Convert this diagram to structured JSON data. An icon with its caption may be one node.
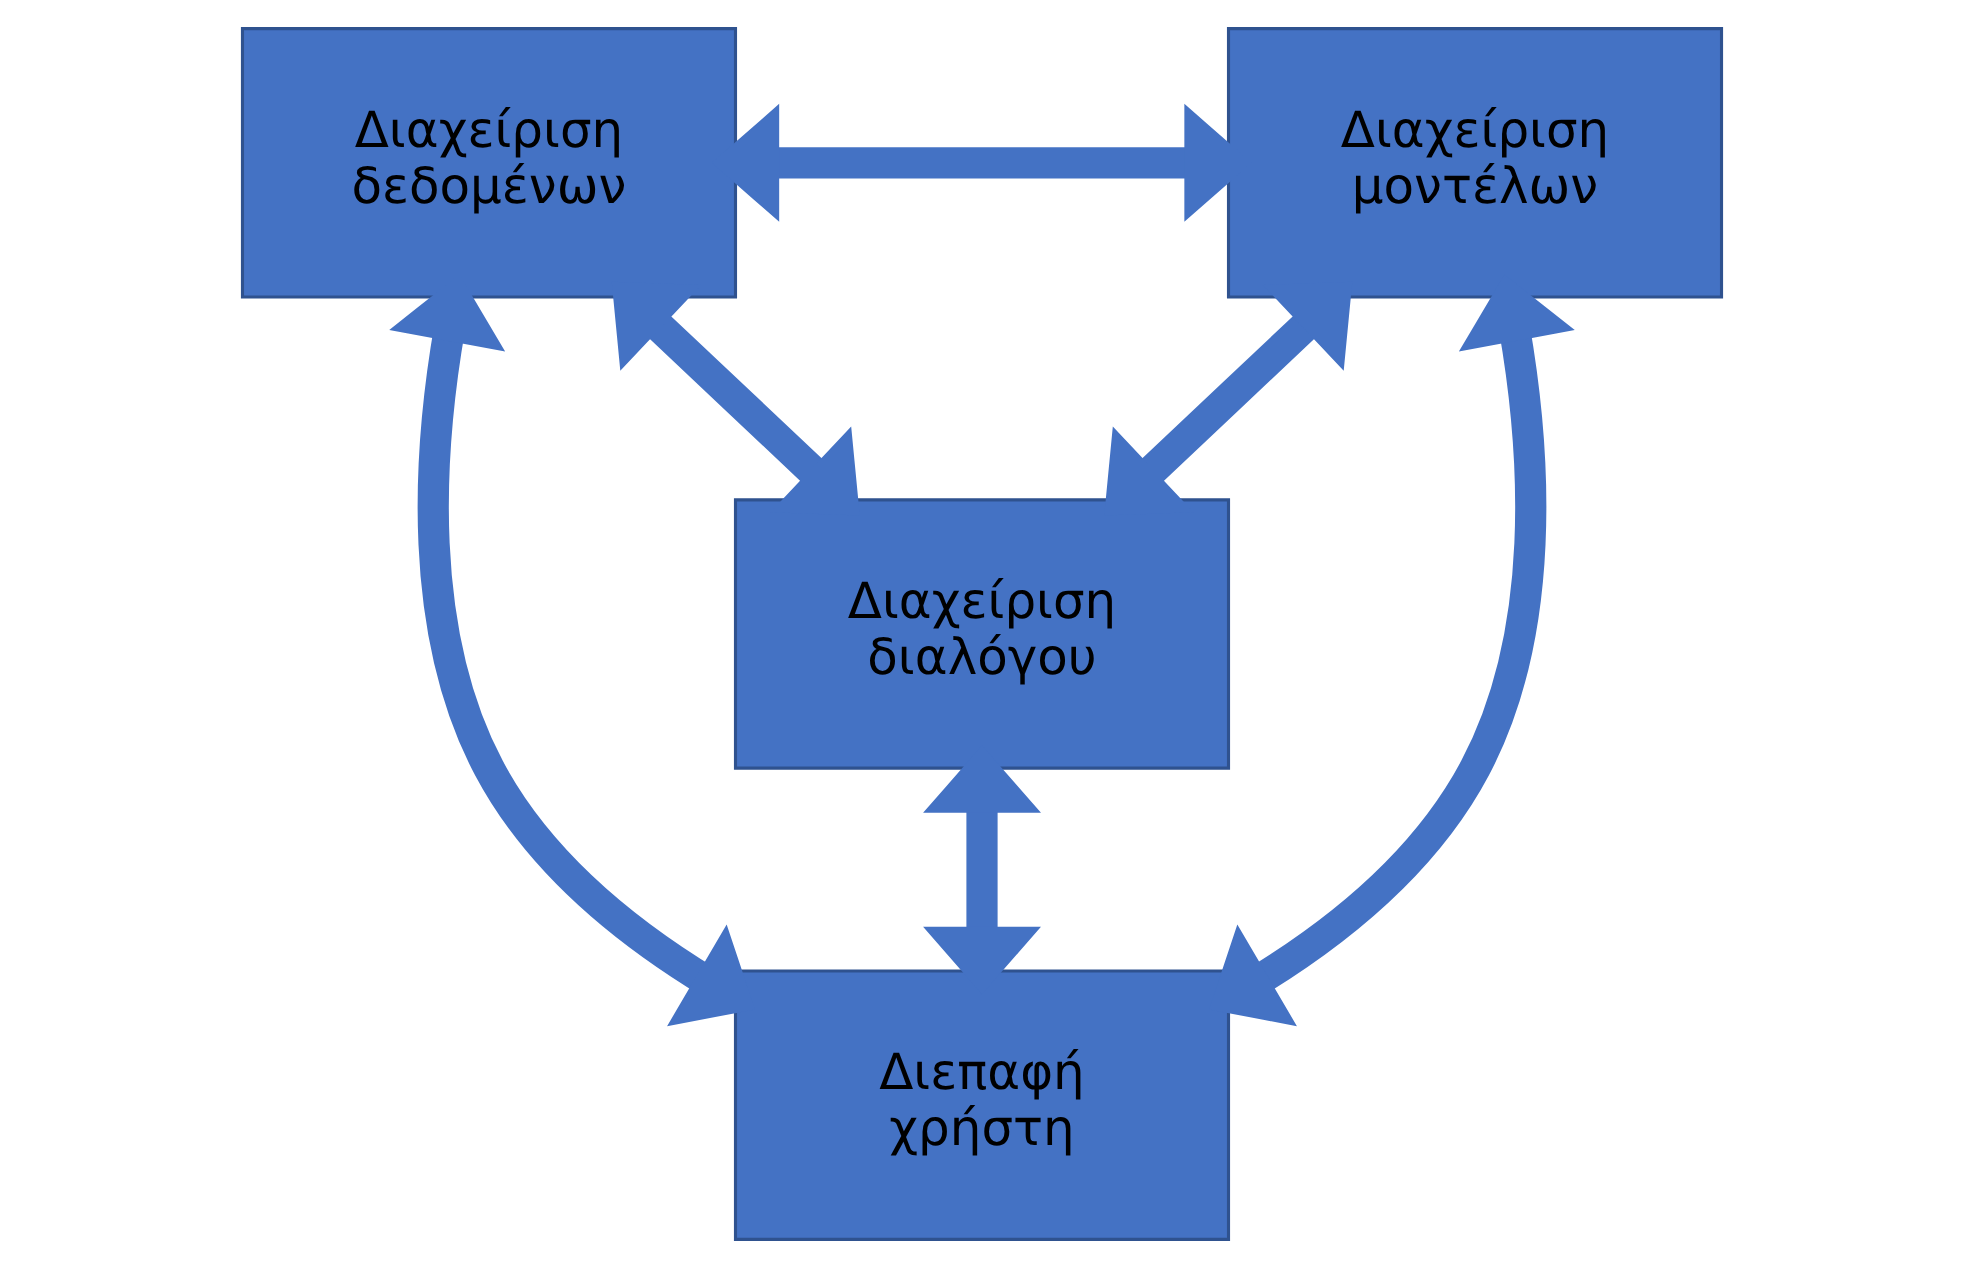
{
  "diagram": {
    "nodes": [
      {
        "text": [
          "Διαχείριση δεδομένων"
        ]
      },
      {
        "text": [
          "Διαχείριση μοντέλων"
        ]
      },
      {
        "text": [
          "Διαχείριση διαλόγου"
        ]
      },
      {
        "text": [
          "Διεπαφή χρήστη"
        ]
      }
    ],
    "edges": [
      {
        "from": 0,
        "to": 1,
        "arrow": "both"
      },
      {
        "from": 0,
        "to": 2,
        "arrow": "both"
      },
      {
        "from": 1,
        "to": 2,
        "arrow": "both"
      },
      {
        "from": 2,
        "to": 3,
        "arrow": "both"
      },
      {
        "from": 0,
        "to": 3,
        "arrow": "both"
      },
      {
        "from": 1,
        "to": 3,
        "arrow": "both"
      }
    ]
  }
}
